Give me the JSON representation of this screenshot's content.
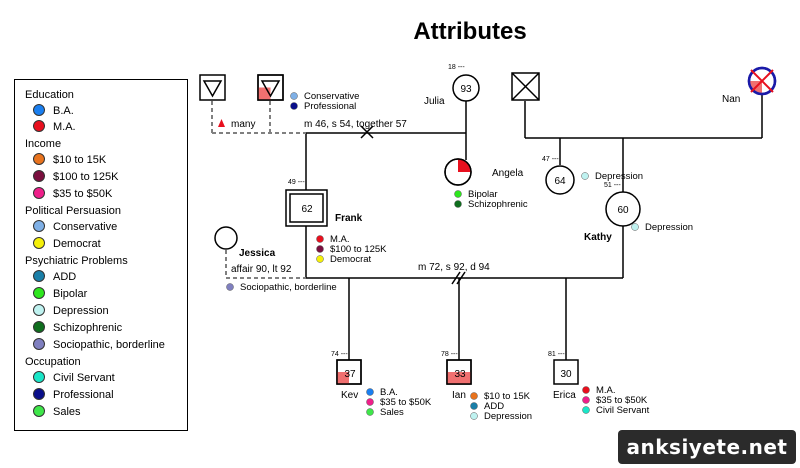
{
  "title": "Attributes",
  "legend": {
    "sections": [
      {
        "heading": "Education",
        "items": [
          {
            "label": "B.A.",
            "color": "#1a7ff0"
          },
          {
            "label": "M.A.",
            "color": "#e8101e"
          }
        ]
      },
      {
        "heading": "Income",
        "items": [
          {
            "label": "$10 to 15K",
            "color": "#e8731e"
          },
          {
            "label": "$100 to 125K",
            "color": "#7a0f3e"
          },
          {
            "label": "$35 to $50K",
            "color": "#ef1f8a"
          }
        ]
      },
      {
        "heading": "Political Persuasion",
        "items": [
          {
            "label": "Conservative",
            "color": "#7fb0e6"
          },
          {
            "label": "Democrat",
            "color": "#f5f00a"
          }
        ]
      },
      {
        "heading": "Psychiatric Problems",
        "items": [
          {
            "label": "ADD",
            "color": "#1a7fa8"
          },
          {
            "label": "Bipolar",
            "color": "#2ee61e"
          },
          {
            "label": "Depression",
            "color": "#bff2f0"
          },
          {
            "label": "Schizophrenic",
            "color": "#0f6e1e"
          },
          {
            "label": "Sociopathic, borderline",
            "color": "#7f7fbf"
          }
        ]
      },
      {
        "heading": "Occupation",
        "items": [
          {
            "label": "Civil Servant",
            "color": "#1ae6c8"
          },
          {
            "label": "Professional",
            "color": "#0a0f8a"
          },
          {
            "label": "Sales",
            "color": "#3fe64a"
          }
        ]
      }
    ]
  },
  "people": {
    "julia": {
      "name": "Julia",
      "age": "93",
      "birth": "18 ---"
    },
    "angela": {
      "name": "Angela"
    },
    "nan": {
      "name": "Nan"
    },
    "frank": {
      "name": "Frank",
      "age": "62",
      "birth": "49 ---"
    },
    "jessica": {
      "name": "Jessica"
    },
    "kathy": {
      "name": "Kathy",
      "age": "60",
      "birth": "51 ---"
    },
    "unnamed_woman": {
      "age": "64",
      "birth": "47 ---"
    },
    "kev": {
      "name": "Kev",
      "age": "37",
      "birth": "74 ---"
    },
    "ian": {
      "name": "Ian",
      "age": "33",
      "birth": "78 ---"
    },
    "erica": {
      "name": "Erica",
      "age": "30",
      "birth": "81 ---"
    }
  },
  "relationships": {
    "grandparents": "m 46, s 54, together 57",
    "affair": "affair 90, lt 92",
    "parents": "m 72, s 92, d 94",
    "many": "many"
  },
  "attributes": {
    "grandfather": [
      "Conservative",
      "Professional"
    ],
    "angela": [
      "Bipolar",
      "Schizophrenic"
    ],
    "unnamed_woman": [
      "Depression"
    ],
    "kathy": [
      "Depression"
    ],
    "frank": [
      "M.A.",
      "$100 to 125K",
      "Democrat"
    ],
    "jessica": [
      "Sociopathic, borderline"
    ],
    "kev": [
      "B.A.",
      "$35 to $50K",
      "Sales"
    ],
    "ian": [
      "$10 to 15K",
      "ADD",
      "Depression"
    ],
    "erica": [
      "M.A.",
      "$35 to $50K",
      "Civil Servant"
    ]
  },
  "colors": {
    "line": "#000000",
    "dashed": "#808080",
    "shade_red": "#f07070",
    "solid_red": "#e8101e",
    "deceased_circle": "#1a1aa8",
    "deceased_cross": "#e8101e"
  },
  "watermark": "anksiyete.net"
}
